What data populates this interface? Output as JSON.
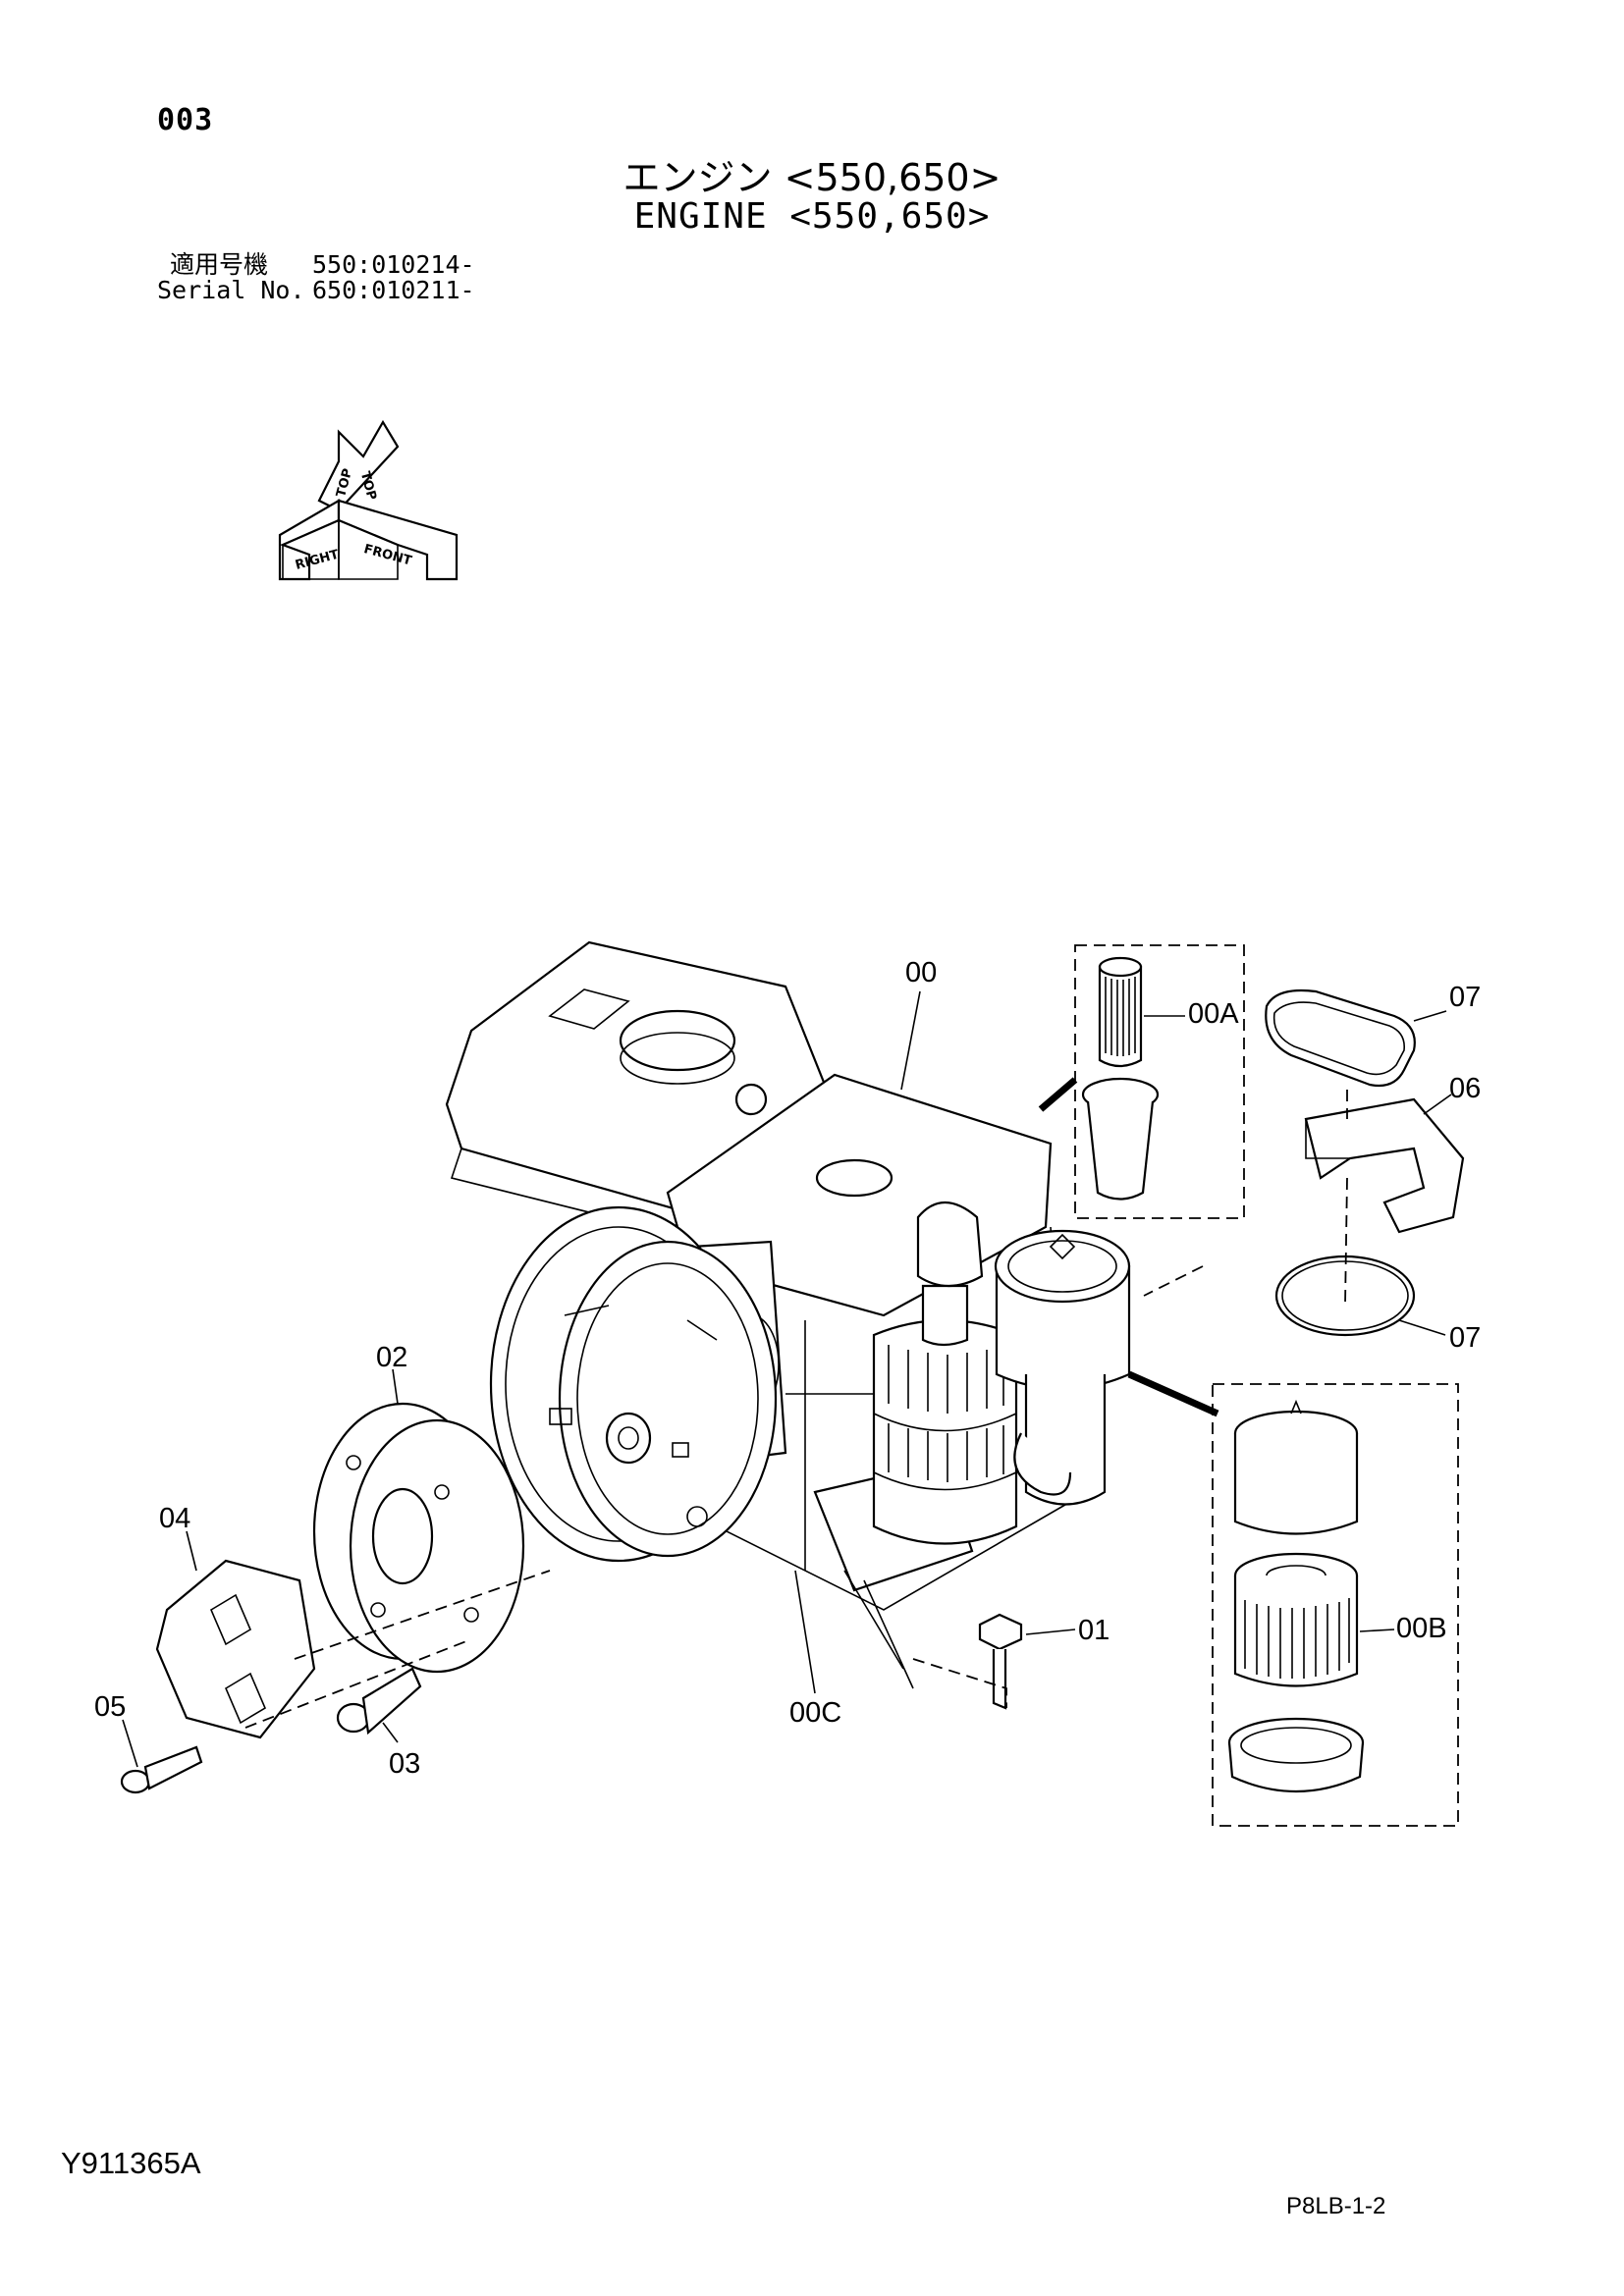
{
  "header": {
    "page_number": "003",
    "title_jp": "エンジン <550,650>",
    "title_en": "ENGINE <550,650>",
    "serial_label_jp": "適用号機",
    "serial_label_en": "Serial No.",
    "serial_550": "550:010214-",
    "serial_650": "650:010211-"
  },
  "orientation_indicator": {
    "top_label": "TOP",
    "right_label": "RIGHT",
    "front_label": "FRONT"
  },
  "callouts": [
    "00",
    "00A",
    "07",
    "06",
    "07",
    "02",
    "04",
    "05",
    "03",
    "00C",
    "01",
    "00B"
  ],
  "footer": {
    "doc_code": "Y911365A",
    "sheet_code": "P8LB-1-2"
  }
}
